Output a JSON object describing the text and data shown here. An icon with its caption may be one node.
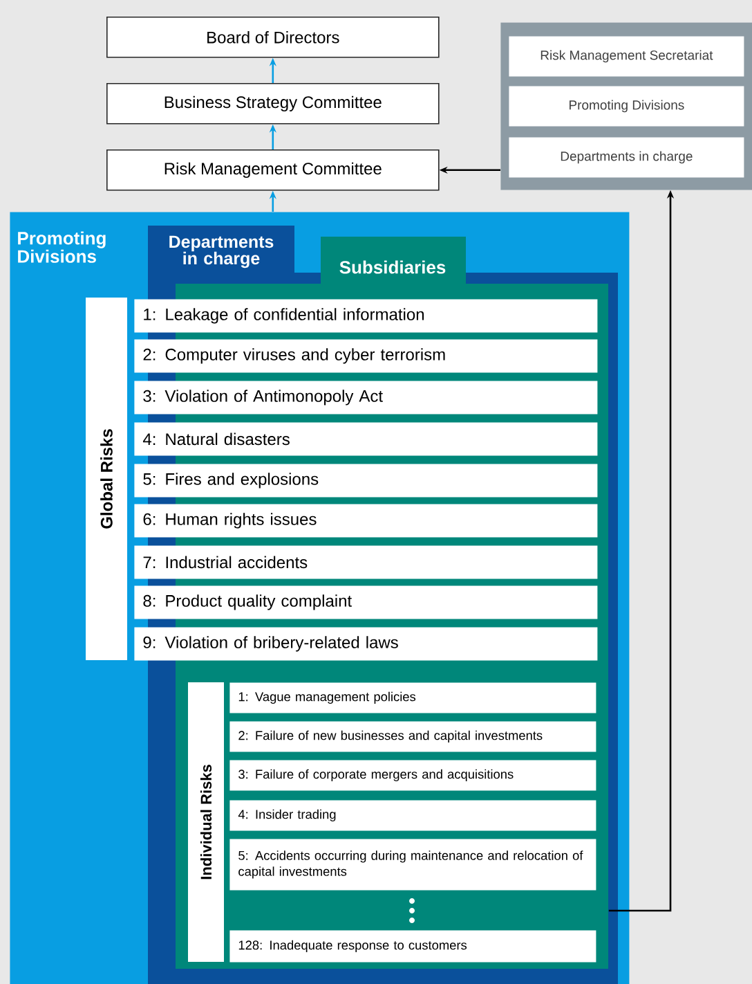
{
  "diagram": {
    "nodes": [
      {
        "text": [
          "Board of Directors"
        ]
      },
      {
        "text": [
          "Business Strategy Committee"
        ]
      },
      {
        "text": [
          "Risk Management Committee"
        ]
      },
      {
        "text": [],
        "shape": "box"
      },
      {
        "text": [
          "Risk Management Secretariat"
        ],
        "in": 3
      },
      {
        "text": [
          "Promoting Divisions"
        ],
        "in": 3
      },
      {
        "text": [
          "Departments in charge"
        ],
        "in": 3
      },
      {
        "text": [
          "Promoting Divisions"
        ]
      },
      {
        "text": [
          "Departments in charge"
        ],
        "in": 7
      },
      {
        "text": [
          "Subsidiaries"
        ],
        "in": 8
      },
      {
        "text": [
          "Global Risks"
        ],
        "in": 7
      },
      {
        "text": [
          "1: Leakage of confidential information"
        ],
        "in": 8
      },
      {
        "text": [
          "2: Computer viruses and cyber terrorism"
        ],
        "in": 8
      },
      {
        "text": [
          "3: Violation of Antimonopoly Act"
        ],
        "in": 8
      },
      {
        "text": [
          "4: Natural disasters"
        ],
        "in": 8
      },
      {
        "text": [
          "5: Fires and explosions"
        ],
        "in": 8
      },
      {
        "text": [
          "6: Human rights issues"
        ],
        "in": 8
      },
      {
        "text": [
          "7: Industrial accidents"
        ],
        "in": 8
      },
      {
        "text": [
          "8: Product quality complaint"
        ],
        "in": 8
      },
      {
        "text": [
          "9: Violation of bribery-related laws"
        ],
        "in": 8
      },
      {
        "text": [
          "Individual Risks"
        ],
        "in": 9
      },
      {
        "text": [
          "1: Vague management policies"
        ],
        "in": 9
      },
      {
        "text": [
          "2: Failure of new businesses and capital investments"
        ],
        "in": 9
      },
      {
        "text": [
          "3: Failure of corporate mergers and acquisitions"
        ],
        "in": 9
      },
      {
        "text": [
          "4: Insider trading"
        ],
        "in": 9
      },
      {
        "text": [
          "5: Accidents occurring during maintenance and relocation of capital investments"
        ],
        "in": 9
      },
      {
        "text": [
          "128: Inadequate response to customers"
        ],
        "in": 9
      }
    ],
    "edges": [
      {
        "from": 2,
        "to": 1,
        "arrow": "to"
      },
      {
        "from": 1,
        "to": 0,
        "arrow": "to"
      },
      {
        "from": 7,
        "to": 2,
        "arrow": "to"
      },
      {
        "from": 3,
        "to": 2,
        "arrow": "to",
        "color": "#000000"
      },
      {
        "from": 9,
        "to": 3,
        "arrow": "to",
        "color": "#000000"
      }
    ]
  }
}
